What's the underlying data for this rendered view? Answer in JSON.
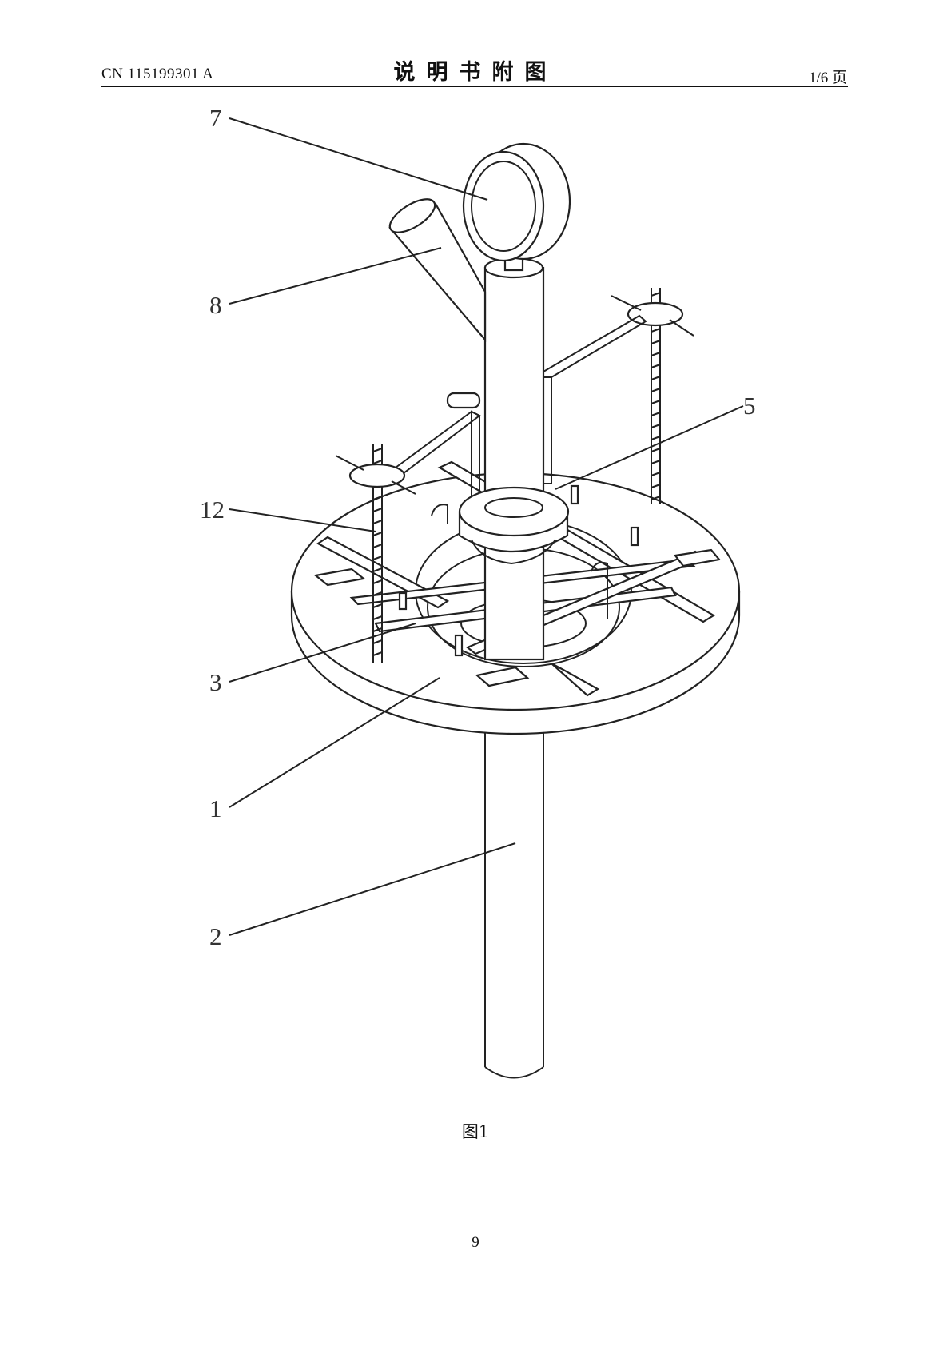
{
  "header": {
    "publication_number": "CN 115199301 A",
    "title": "说明书附图",
    "page_indicator": "1/6 页"
  },
  "figure": {
    "caption": "图1",
    "labels": [
      "7",
      "8",
      "5",
      "12",
      "3",
      "1",
      "2"
    ]
  },
  "footer": {
    "page_number": "9"
  }
}
